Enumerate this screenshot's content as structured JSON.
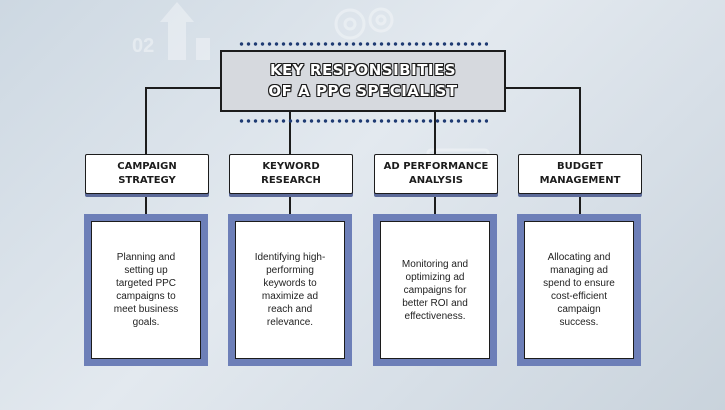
{
  "title": {
    "line1": "KEY RESPONSIBITIES",
    "line2": "OF A PPC SPECIALIST"
  },
  "background_icons": [
    "arrow-up-icon",
    "gear-icon",
    "chart-icon"
  ],
  "background_label": "02",
  "colors": {
    "title_box": "#d6d9de",
    "outline": "#1c1c1c",
    "dots": "#1f3b73",
    "frame": "#6d7fb8"
  },
  "columns": [
    {
      "header": "CAMPAIGN\nSTRATEGY",
      "description": "Planning and setting up targeted PPC campaigns to meet business goals."
    },
    {
      "header": "KEYWORD\nRESEARCH",
      "description": "Identifying high-performing keywords to maximize ad reach and relevance."
    },
    {
      "header": "AD PERFORMANCE\nANALYSIS",
      "description": "Monitoring and optimizing ad campaigns for better ROI and effectiveness."
    },
    {
      "header": "BUDGET\nMANAGEMENT",
      "description": "Allocating and managing ad spend to ensure cost-efficient campaign success."
    }
  ]
}
